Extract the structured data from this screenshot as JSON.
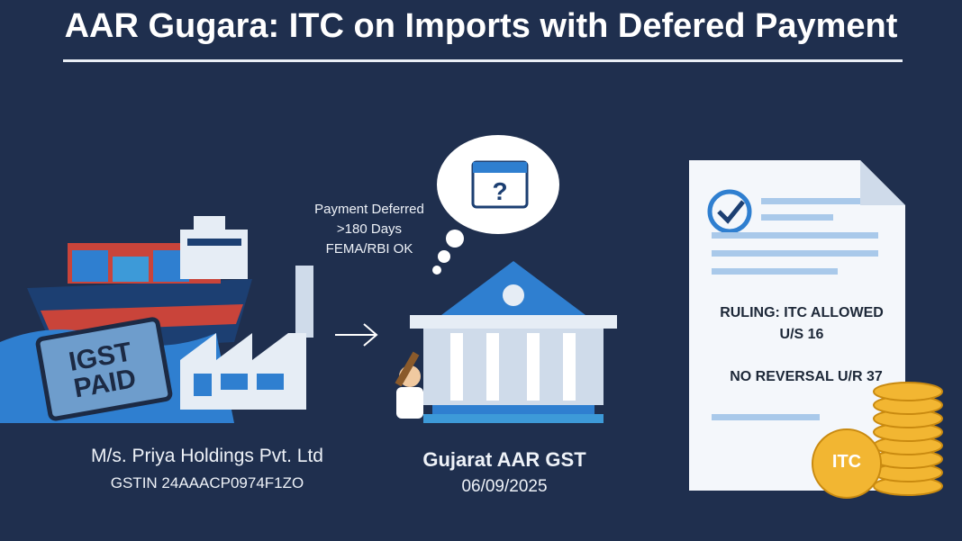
{
  "title": "AAR Gugara: ITC on Imports with Defered Payment",
  "importer": {
    "stamp": "IGST PAID",
    "name": "M/s. Priya Holdings Pvt. Ltd",
    "gstin": "GSTIN 24AAACP0974F1ZO"
  },
  "payment_note": [
    "Payment Deferred",
    ">180 Days",
    "FEMA/RBI OK"
  ],
  "authority": {
    "name": "Gujarat AAR GST",
    "date": "06/09/2025"
  },
  "ruling": {
    "line1": "RULING: ITC ALLOWED",
    "line2": "U/S 16",
    "line3": "NO REVERSAL U/R 37"
  },
  "coin_label": "ITC",
  "colors": {
    "background": "#1f2f4e",
    "accent_blue": "#2f7fd0",
    "coin": "#f2b632",
    "ship_red": "#c9443a"
  }
}
